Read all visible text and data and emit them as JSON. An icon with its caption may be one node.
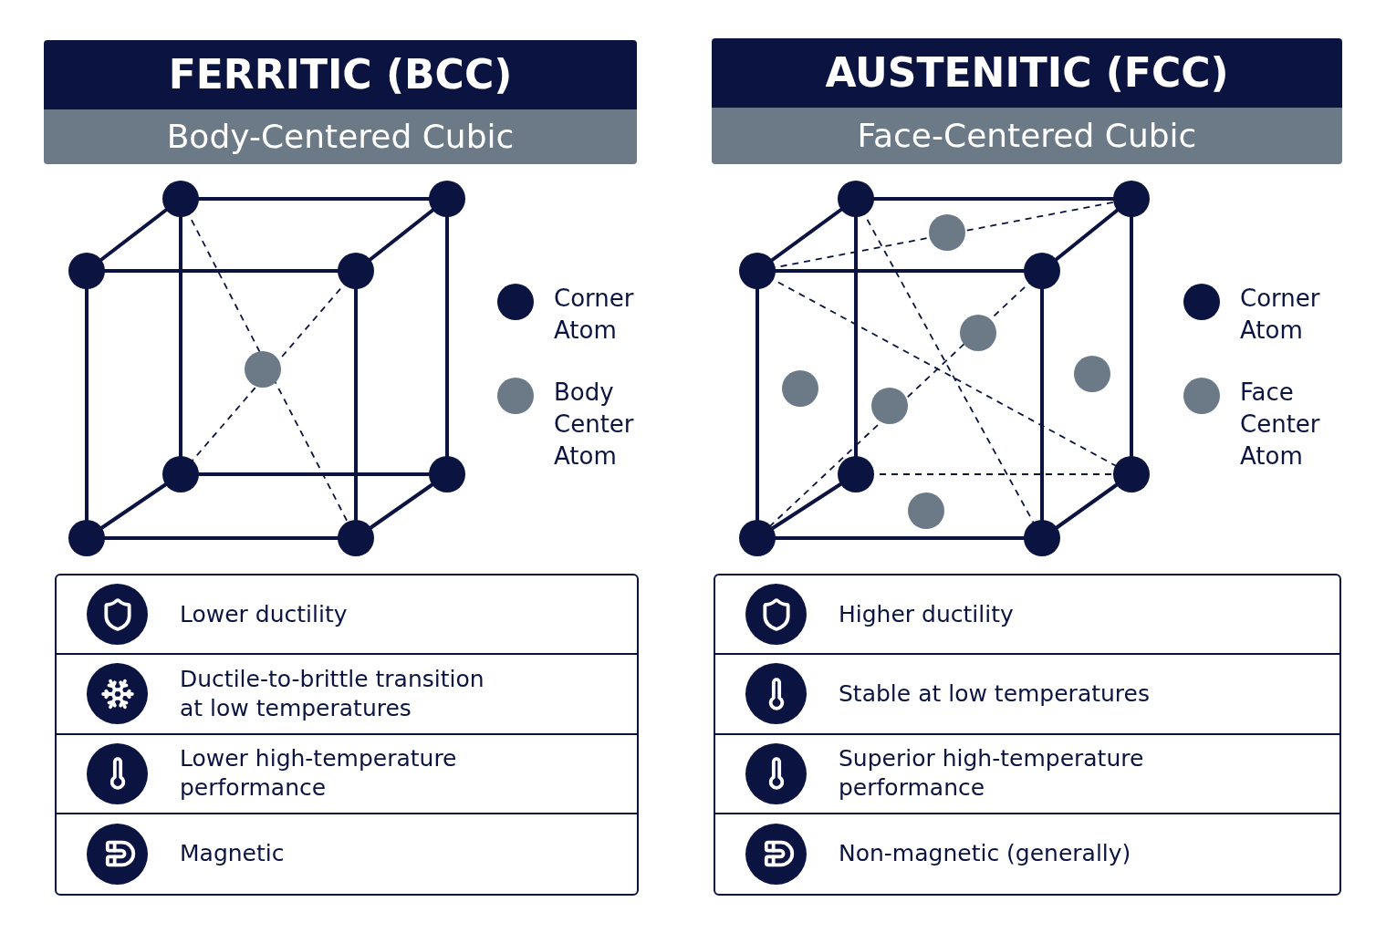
{
  "diagram": {
    "nodes": [
      {
        "text": [
          "FERRITIC (BCC)",
          "Body-Centered Cubic"
        ]
      },
      {
        "text": [
          "AUSTENITIC (FCC)",
          "Face-Centered Cubic"
        ]
      },
      {
        "text": [],
        "shape": "box"
      },
      {
        "text": [
          "Lower ductility"
        ],
        "in": 2
      },
      {
        "text": [
          "Ductile-to-brittle transition at low temperatures"
        ],
        "in": 2
      },
      {
        "text": [
          "Lower high-temperature performance"
        ],
        "in": 2
      },
      {
        "text": [
          "Magnetic"
        ],
        "in": 2
      },
      {
        "text": [],
        "shape": "box"
      },
      {
        "text": [
          "Higher ductility"
        ],
        "in": 7
      },
      {
        "text": [
          "Stable at low temperatures"
        ],
        "in": 7
      },
      {
        "text": [
          "Superior high-temperature performance"
        ],
        "in": 7
      },
      {
        "text": [
          "Non-magnetic (generally)"
        ],
        "in": 7
      }
    ],
    "legend": [
      {
        "text": "Corner Atom",
        "color": "#0b1440"
      },
      {
        "text": "Body Center Atom",
        "color": "#6b7a86"
      },
      {
        "text": "Corner Atom",
        "color": "#0b1440"
      },
      {
        "text": "Face Center Atom",
        "color": "#6b7a86"
      }
    ]
  }
}
